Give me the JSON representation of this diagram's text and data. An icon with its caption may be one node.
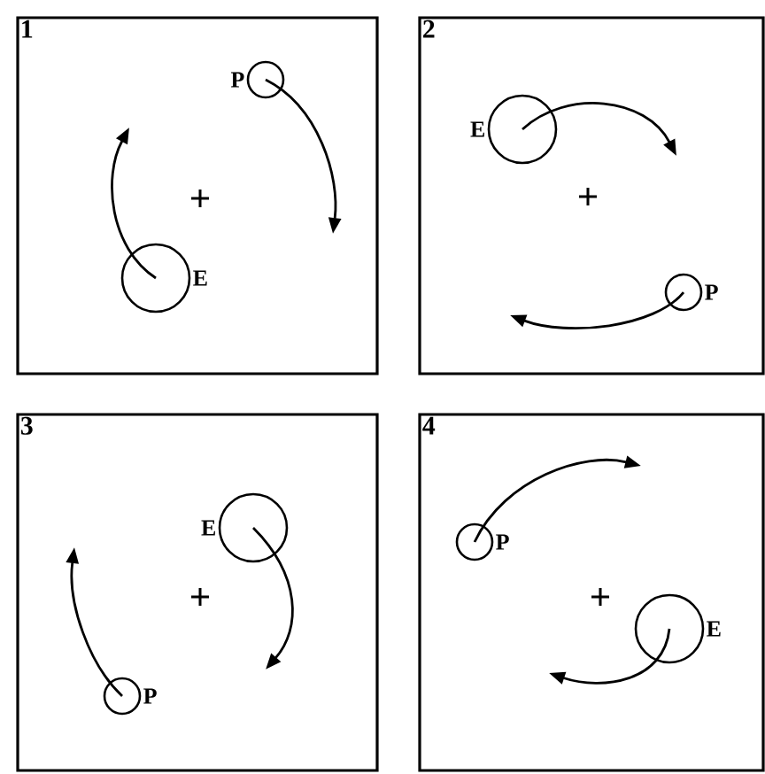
{
  "diagram": {
    "nodes": [
      {
        "text": [
          "1"
        ]
      },
      {
        "text": [],
        "shape": "circle",
        "beside": [
          "P"
        ],
        "in": 0
      },
      {
        "text": [],
        "shape": "circle",
        "beside": [
          "E"
        ],
        "in": 0
      },
      {
        "text": [
          "2"
        ]
      },
      {
        "text": [],
        "shape": "circle",
        "beside": [
          "E"
        ],
        "in": 3
      },
      {
        "text": [],
        "shape": "circle",
        "beside": [
          "P"
        ],
        "in": 3
      },
      {
        "text": [
          "3"
        ]
      },
      {
        "text": [],
        "shape": "circle",
        "beside": [
          "E"
        ],
        "in": 6
      },
      {
        "text": [],
        "shape": "circle",
        "beside": [
          "P"
        ],
        "in": 6
      },
      {
        "text": [
          "4"
        ]
      },
      {
        "text": [],
        "shape": "circle",
        "beside": [
          "P"
        ],
        "in": 9
      },
      {
        "text": [],
        "shape": "circle",
        "beside": [
          "E"
        ],
        "in": 9
      }
    ],
    "edges": [
      {
        "from": 1,
        "to": null,
        "arrow": "to"
      },
      {
        "from": 2,
        "to": null,
        "arrow": "to"
      },
      {
        "from": 4,
        "to": null,
        "arrow": "to"
      },
      {
        "from": 5,
        "to": null,
        "arrow": "to"
      },
      {
        "from": 7,
        "to": null,
        "arrow": "to"
      },
      {
        "from": 8,
        "to": null,
        "arrow": "to"
      },
      {
        "from": 10,
        "to": null,
        "arrow": "to"
      },
      {
        "from": 11,
        "to": null,
        "arrow": "to"
      }
    ]
  }
}
